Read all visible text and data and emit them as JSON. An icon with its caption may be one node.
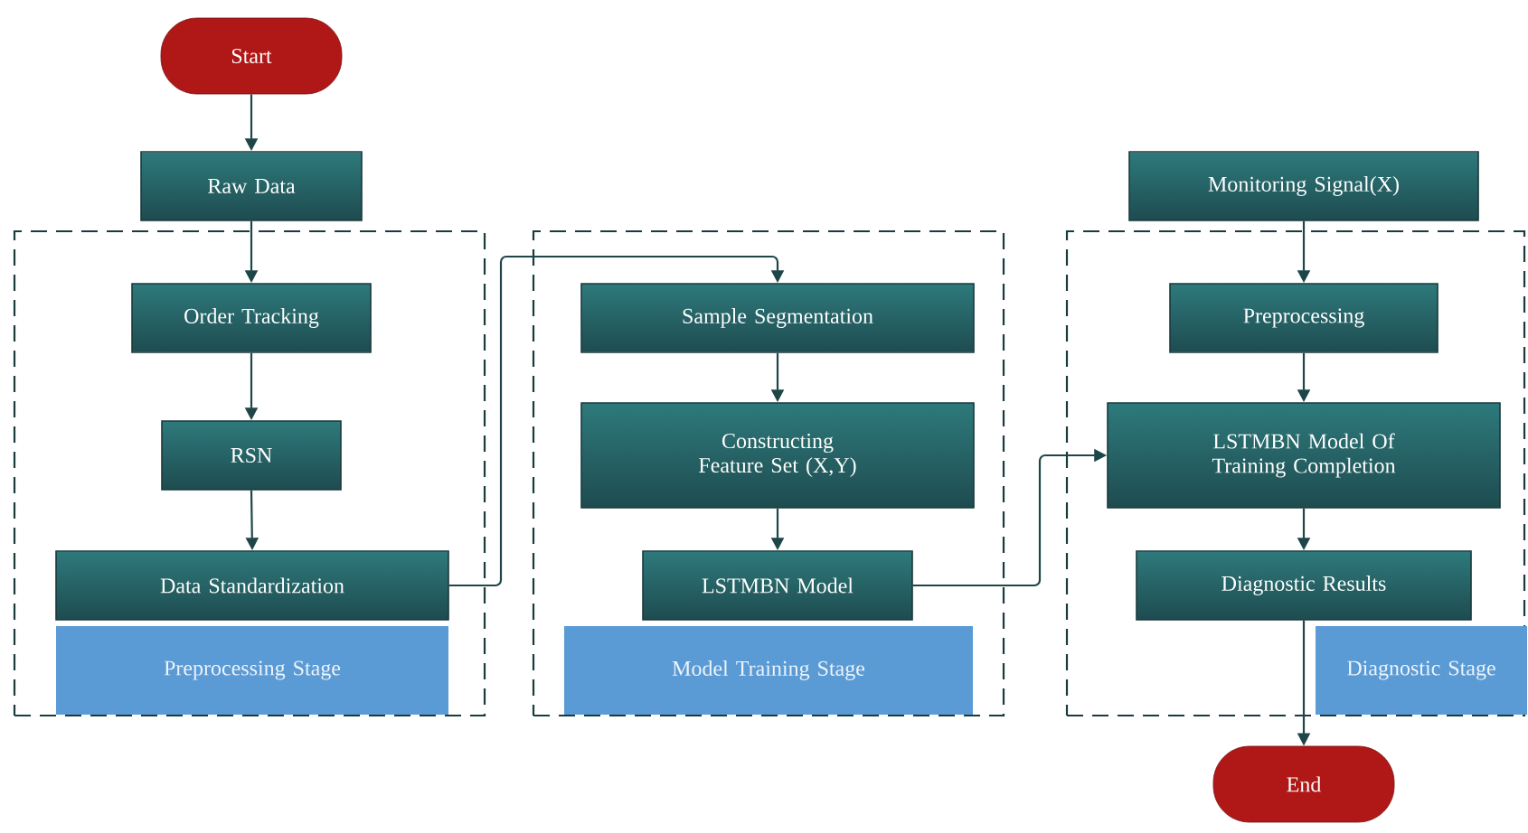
{
  "diagram": {
    "nodes": [
      {
        "text": [
          "Start"
        ]
      },
      {
        "text": [
          "Raw Data"
        ]
      },
      {
        "text": [],
        "shape": "box"
      },
      {
        "text": [
          "Order Tracking"
        ],
        "in": 2
      },
      {
        "text": [
          "RSN"
        ],
        "in": 2
      },
      {
        "text": [
          "Data Standardization"
        ],
        "in": 2
      },
      {
        "text": [
          "Preprocessing Stage"
        ],
        "in": 2
      },
      {
        "text": [],
        "shape": "box"
      },
      {
        "text": [
          "Sample Segmentation"
        ],
        "in": 7
      },
      {
        "text": [
          "Constructing Feature Set (X,Y)"
        ],
        "in": 7
      },
      {
        "text": [
          "LSTMBN Model"
        ],
        "in": 7
      },
      {
        "text": [
          "Model Training Stage"
        ],
        "in": 7
      },
      {
        "text": [
          "Monitoring Signal(X)"
        ]
      },
      {
        "text": [],
        "shape": "box"
      },
      {
        "text": [
          "Preprocessing"
        ],
        "in": 13
      },
      {
        "text": [
          "LSTMBN Model Of Training Completion"
        ],
        "in": 13
      },
      {
        "text": [
          "Diagnostic Results"
        ],
        "in": 13
      },
      {
        "text": [
          "Diagnostic Stage"
        ],
        "in": 13
      },
      {
        "text": [
          "End"
        ]
      }
    ],
    "edges": [
      {
        "from": 0,
        "to": 1,
        "arrow": "to"
      },
      {
        "from": 1,
        "to": 3,
        "arrow": "to"
      },
      {
        "from": 3,
        "to": 4,
        "arrow": "to"
      },
      {
        "from": 4,
        "to": 5,
        "arrow": "to"
      },
      {
        "from": 5,
        "to": 8,
        "arrow": "to"
      },
      {
        "from": 8,
        "to": 9,
        "arrow": "to"
      },
      {
        "from": 9,
        "to": 10,
        "arrow": "to"
      },
      {
        "from": 10,
        "to": 15,
        "arrow": "to"
      },
      {
        "from": 12,
        "to": 14,
        "arrow": "to"
      },
      {
        "from": 14,
        "to": 15,
        "arrow": "to"
      },
      {
        "from": 15,
        "to": 16,
        "arrow": "to"
      },
      {
        "from": 16,
        "to": 18,
        "arrow": "to"
      }
    ]
  }
}
